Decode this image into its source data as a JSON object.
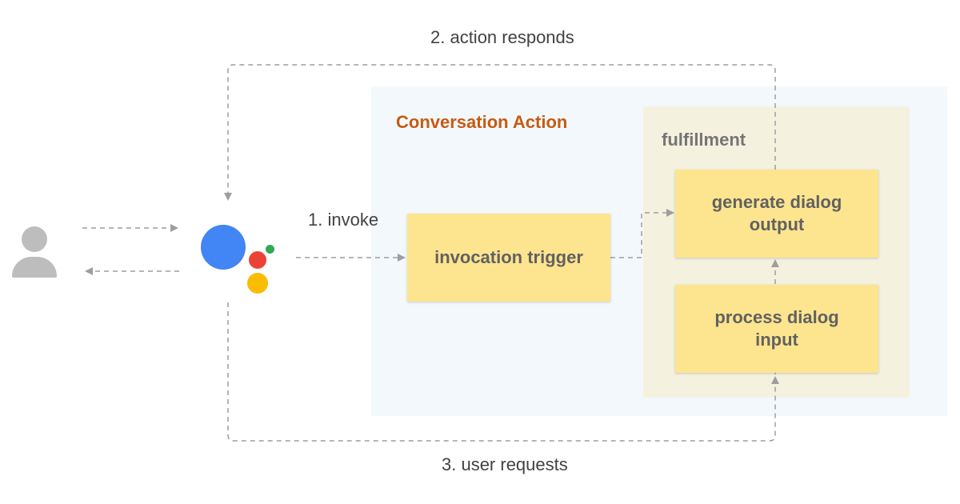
{
  "labels": {
    "action_responds": "2. action responds",
    "invoke": "1. invoke",
    "user_requests": "3. user requests"
  },
  "panels": {
    "conversation_action": {
      "title": "Conversation Action"
    },
    "fulfillment": {
      "title": "fulfillment"
    }
  },
  "boxes": {
    "invocation_trigger": "invocation trigger",
    "generate_dialog_output": "generate dialog\noutput",
    "process_dialog_input": "process dialog\ninput"
  },
  "icons": {
    "user": "user-icon",
    "assistant": "google-assistant-icon"
  },
  "colors": {
    "action_title": "#c75b12",
    "fulfillment_title": "#757575",
    "label_text": "#424242",
    "box_fill": "#fde58f",
    "connector": "#9e9e9e",
    "assistant_blue": "#4285f4",
    "assistant_red": "#ea4335",
    "assistant_yellow": "#fbbc04",
    "assistant_green": "#34a853",
    "user_gray": "#bdbdbd"
  }
}
